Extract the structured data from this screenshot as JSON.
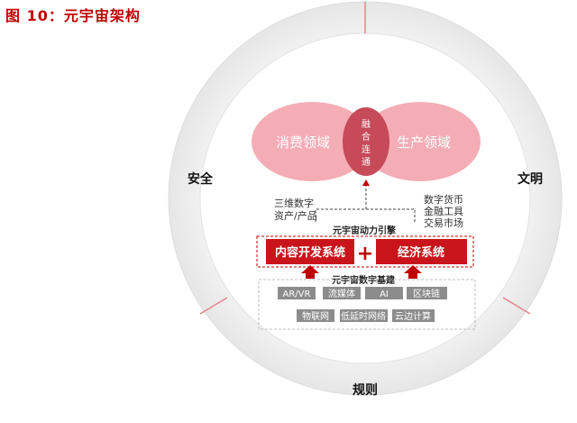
{
  "figure_title": "图 10：元宇宙架构",
  "ring": {
    "left": "安全",
    "right": "文明",
    "bottom": "规则"
  },
  "venn": {
    "left": "消费领域",
    "right": "生产领域",
    "center": [
      "融",
      "合",
      "连",
      "通"
    ]
  },
  "notes": {
    "left": [
      "三维数字",
      "资产/产品"
    ],
    "right": [
      "数字货币",
      "金融工具",
      "交易市场"
    ]
  },
  "engine": {
    "title": "元宇宙动力引擎",
    "left_box": "内容开发系统",
    "plus": "+",
    "right_box": "经济系统"
  },
  "infra": {
    "title": "元宇宙数字基建",
    "row1": [
      "AR/VR",
      "流媒体",
      "AI",
      "区块链"
    ],
    "row2": [
      "物联网",
      "低延时网络",
      "云边计算"
    ]
  },
  "colors": {
    "accent": "#c00000",
    "box_red": "#c9141b",
    "venn_pink": "#f2a9b0",
    "ring_gray": "#ebebeb",
    "tag_gray": "#8c8c8c"
  }
}
